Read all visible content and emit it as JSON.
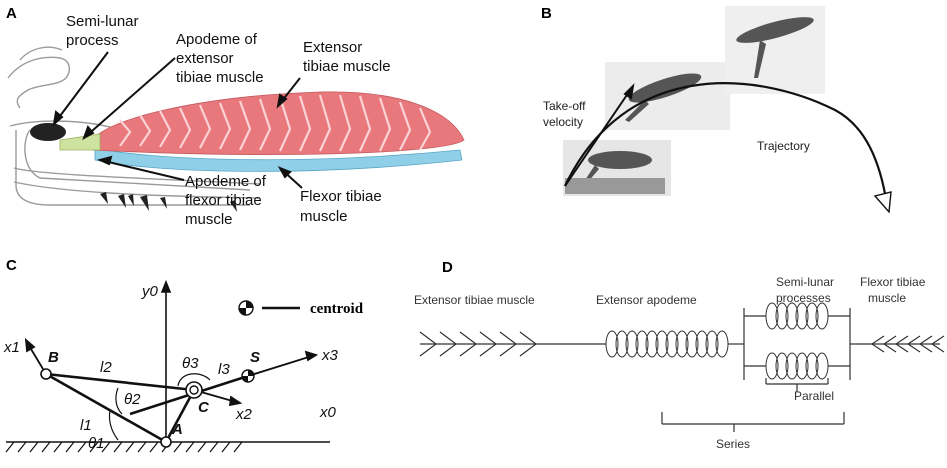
{
  "panelA": {
    "letter": "A",
    "labels": {
      "semi_lunar_1": "Semi-lunar",
      "semi_lunar_2": "process",
      "apodeme_ext_1": "Apodeme of",
      "apodeme_ext_2": "extensor",
      "apodeme_ext_3": "tibiae muscle",
      "extensor_1": "Extensor",
      "extensor_2": "tibiae muscle",
      "apodeme_flex_1": "Apodeme of",
      "apodeme_flex_2": "flexor tibiae",
      "apodeme_flex_3": "muscle",
      "flexor_1": "Flexor tibiae",
      "flexor_2": "muscle"
    },
    "colors": {
      "extensor": "#e8787c",
      "flexor": "#8fd0e8",
      "apodeme": "#cfe3a0"
    }
  },
  "panelB": {
    "letter": "B",
    "takeoff_1": "Take-off",
    "takeoff_2": "velocity",
    "trajectory": "Trajectory"
  },
  "panelC": {
    "letter": "C",
    "legend": "centroid",
    "labels": {
      "y0": "y0",
      "x0": "x0",
      "x1": "x1",
      "x2": "x2",
      "x3": "x3",
      "B": "B",
      "S": "S",
      "C": "C",
      "A": "A",
      "l1": "l1",
      "l2": "l2",
      "l3": "l3",
      "theta1": "θ1",
      "theta2": "θ2",
      "theta3": "θ3"
    }
  },
  "panelD": {
    "letter": "D",
    "extensor_muscle": "Extensor tibiae muscle",
    "extensor_apodeme": "Extensor apodeme",
    "semi_lunar_1": "Semi-lunar",
    "semi_lunar_2": "processes",
    "flexor_1": "Flexor tibiae",
    "flexor_2": "muscle",
    "parallel": "Parallel",
    "series": "Series"
  }
}
